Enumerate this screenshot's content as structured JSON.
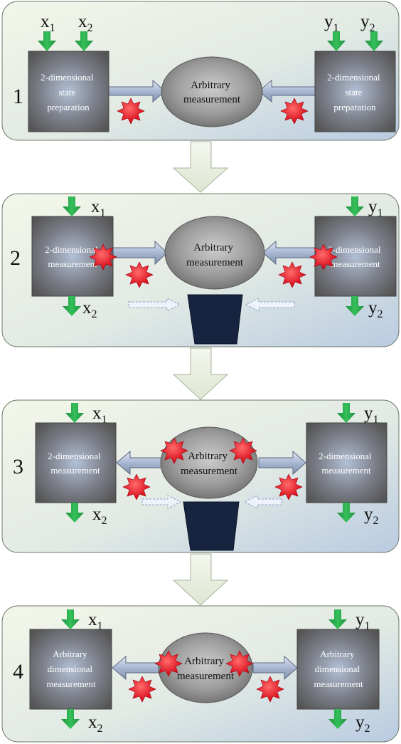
{
  "diagram": {
    "stages": [
      {
        "number": "1",
        "left_box": [
          "2-dimensional",
          "state",
          "preparation"
        ],
        "right_box": [
          "2-dimensional",
          "state",
          "preparation"
        ],
        "center": [
          "Arbitrary",
          "measurement"
        ],
        "left_inputs": [
          {
            "base": "x",
            "sub": "1"
          },
          {
            "base": "x",
            "sub": "2"
          }
        ],
        "right_inputs": [
          {
            "base": "y",
            "sub": "1"
          },
          {
            "base": "y",
            "sub": "2"
          }
        ]
      },
      {
        "number": "2",
        "left_box": [
          "2-dimensional",
          "measurement"
        ],
        "right_box": [
          "2-dimensional",
          "measurement"
        ],
        "center": [
          "Arbitrary",
          "measurement"
        ],
        "left_input": {
          "base": "x",
          "sub": "1"
        },
        "left_output": {
          "base": "x",
          "sub": "2"
        },
        "right_input": {
          "base": "y",
          "sub": "1"
        },
        "right_output": {
          "base": "y",
          "sub": "2"
        }
      },
      {
        "number": "3",
        "left_box": [
          "2-dimensional",
          "measurement"
        ],
        "right_box": [
          "2-dimensional",
          "measurement"
        ],
        "center": [
          "Arbitrary",
          "measurement"
        ],
        "left_input": {
          "base": "x",
          "sub": "1"
        },
        "left_output": {
          "base": "x",
          "sub": "2"
        },
        "right_input": {
          "base": "y",
          "sub": "1"
        },
        "right_output": {
          "base": "y",
          "sub": "2"
        }
      },
      {
        "number": "4",
        "left_box": [
          "Arbitrary",
          "dimensional",
          "measurement"
        ],
        "right_box": [
          "Arbitrary",
          "dimensional",
          "measurement"
        ],
        "center": [
          "Arbitrary",
          "measurement"
        ],
        "left_input": {
          "base": "x",
          "sub": "1"
        },
        "left_output": {
          "base": "x",
          "sub": "2"
        },
        "right_input": {
          "base": "y",
          "sub": "1"
        },
        "right_output": {
          "base": "y",
          "sub": "2"
        }
      }
    ],
    "colors": {
      "panel_fill_top": "#c3d2e5",
      "panel_fill_bottom": "#eef3e6",
      "box_center": "#aab7cc",
      "box_edge": "#5d5d5d",
      "oval_center": "#c0c0c0",
      "oval_edge": "#676767",
      "green_arrow": "#27a84a",
      "star_red": "#e0101b",
      "detector_fill": "#16243f",
      "block_arrow_fill": "#e6eedd"
    }
  }
}
